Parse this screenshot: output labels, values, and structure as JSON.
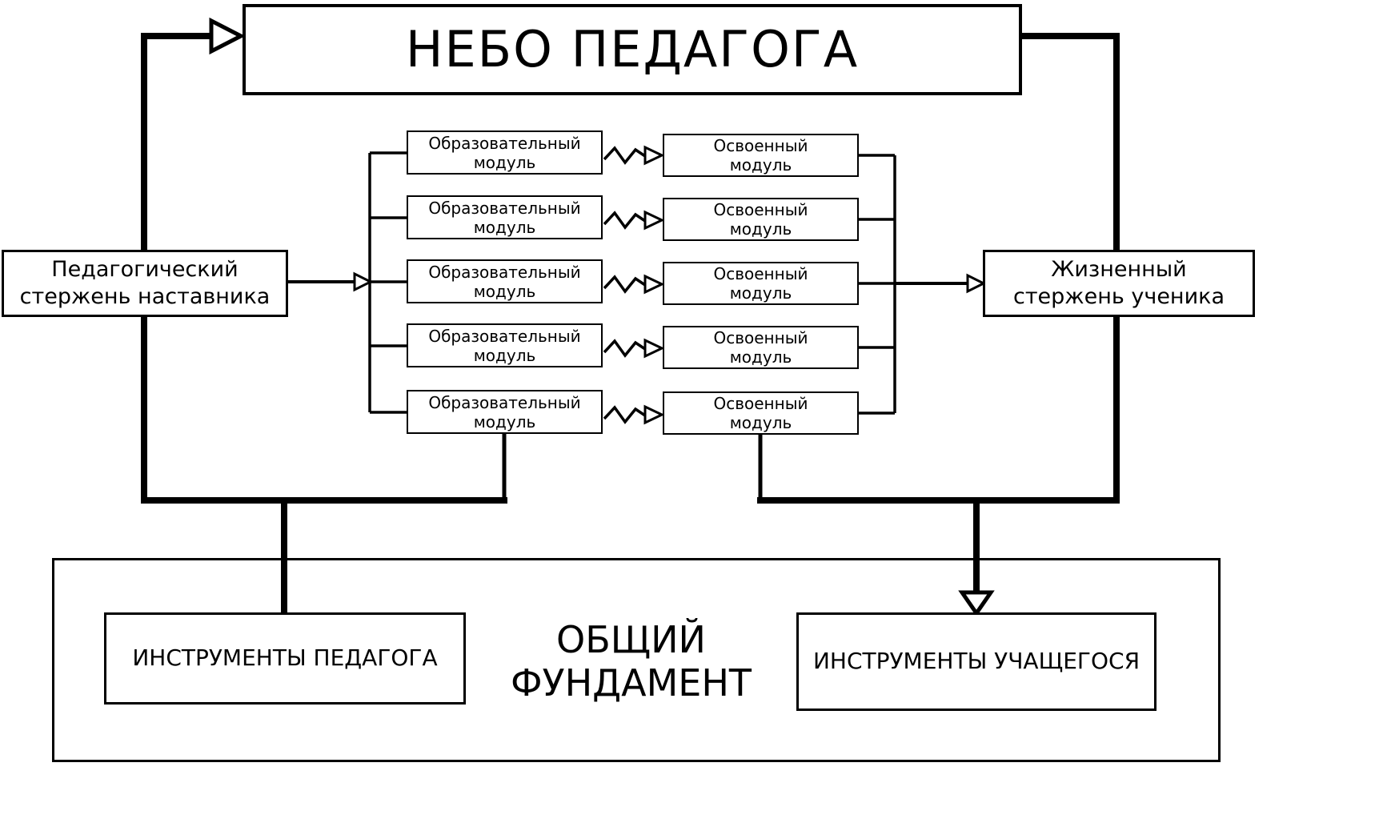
{
  "diagram": {
    "title": "НЕБО ПЕДАГОГА",
    "teacher_core": [
      "Педагогический",
      "стержень наставника"
    ],
    "student_core": [
      "Жизненный",
      "стержень ученика"
    ],
    "module_rows": [
      {
        "educational": [
          "Образовательный",
          "модуль"
        ],
        "mastered": [
          "Освоенный",
          "модуль"
        ]
      },
      {
        "educational": [
          "Образовательный",
          "модуль"
        ],
        "mastered": [
          "Освоенный",
          "модуль"
        ]
      },
      {
        "educational": [
          "Образовательный",
          "модуль"
        ],
        "mastered": [
          "Освоенный",
          "модуль"
        ]
      },
      {
        "educational": [
          "Образовательный",
          "модуль"
        ],
        "mastered": [
          "Освоенный",
          "модуль"
        ]
      },
      {
        "educational": [
          "Образовательный",
          "модуль"
        ],
        "mastered": [
          "Освоенный",
          "модуль"
        ]
      }
    ],
    "foundation": {
      "label": [
        "ОБЩИЙ",
        "ФУНДАМЕНТ"
      ],
      "teacher_tools": "ИНСТРУМЕНТЫ ПЕДАГОГА",
      "student_tools": "ИНСТРУМЕНТЫ УЧАЩЕГОСЯ"
    },
    "colors": {
      "line": "#000000",
      "background": "#ffffff"
    }
  }
}
